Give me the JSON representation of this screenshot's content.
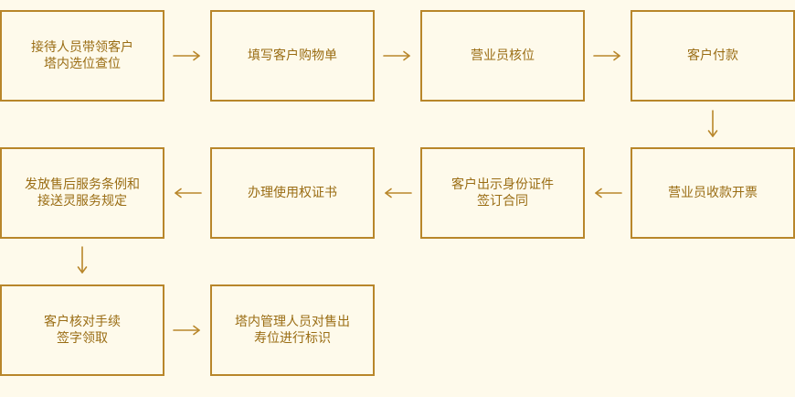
{
  "colors": {
    "background": "#fefaeb",
    "border": "#b8862a",
    "text": "#9a6d14",
    "arrow": "#b8862a"
  },
  "steps": [
    {
      "label": "接待人员带领客户\n塔内选位查位"
    },
    {
      "label": "填写客户购物单"
    },
    {
      "label": "营业员核位"
    },
    {
      "label": "客户付款"
    },
    {
      "label": "营业员收款开票"
    },
    {
      "label": "客户出示身份证件\n签订合同"
    },
    {
      "label": "办理使用权证书"
    },
    {
      "label": "发放售后服务条例和\n接送灵服务规定"
    },
    {
      "label": "客户核对手续\n签字领取"
    },
    {
      "label": "塔内管理人员对售出\n寿位进行标识"
    }
  ]
}
